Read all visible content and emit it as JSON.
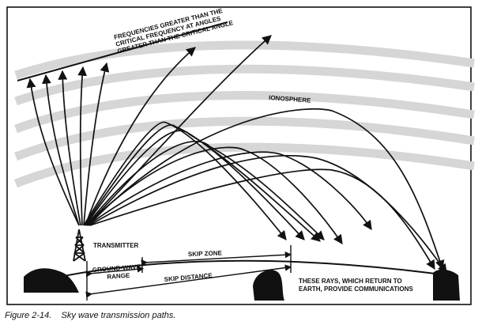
{
  "labels": {
    "frequencies_line1": "FREQUENCIES GREATER THAN THE",
    "frequencies_line2": "CRITICAL FREQUENCY AT ANGLES",
    "frequencies_line3": "GREATER THAN THE CRITICAL ANGLE",
    "ionosphere": "IONOSPHERE",
    "transmitter": "TRANSMITTER",
    "ground_wave_line1": "GROUND-WAVE",
    "ground_wave_line2": "RANGE",
    "skip_zone": "SKIP ZONE",
    "skip_distance": "SKIP DISTANCE",
    "return_line1": "THESE RAYS, WHICH RETURN TO",
    "return_line2": "EARTH, PROVIDE COMMUNICATIONS"
  },
  "caption": {
    "figure_number": "Figure 2-14.",
    "title": "Sky wave transmission paths."
  },
  "colors": {
    "ink": "#111111",
    "ionosphere_band": "#d6d6d6"
  }
}
